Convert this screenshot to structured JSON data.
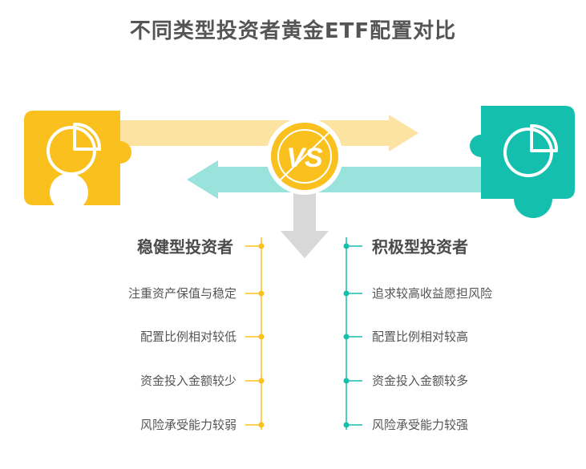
{
  "title": "不同类型投资者黄金ETF配置对比",
  "colors": {
    "left_accent": "#F9C01E",
    "left_arrow": "#FDE3A2",
    "right_accent": "#14BFAE",
    "right_arrow": "#9AE3DC",
    "vs_badge": "#F9C01E",
    "down_arrow": "#D8D8D8"
  },
  "vs_label": "VS",
  "left": {
    "heading": "稳健型投资者",
    "items": [
      "注重资产保值与稳定",
      "配置比例相对较低",
      "资金投入金额较少",
      "风险承受能力较弱"
    ]
  },
  "right": {
    "heading": "积极型投资者",
    "items": [
      "追求较高收益愿担风险",
      "配置比例相对较高",
      "资金投入金额较多",
      "风险承受能力较强"
    ]
  }
}
